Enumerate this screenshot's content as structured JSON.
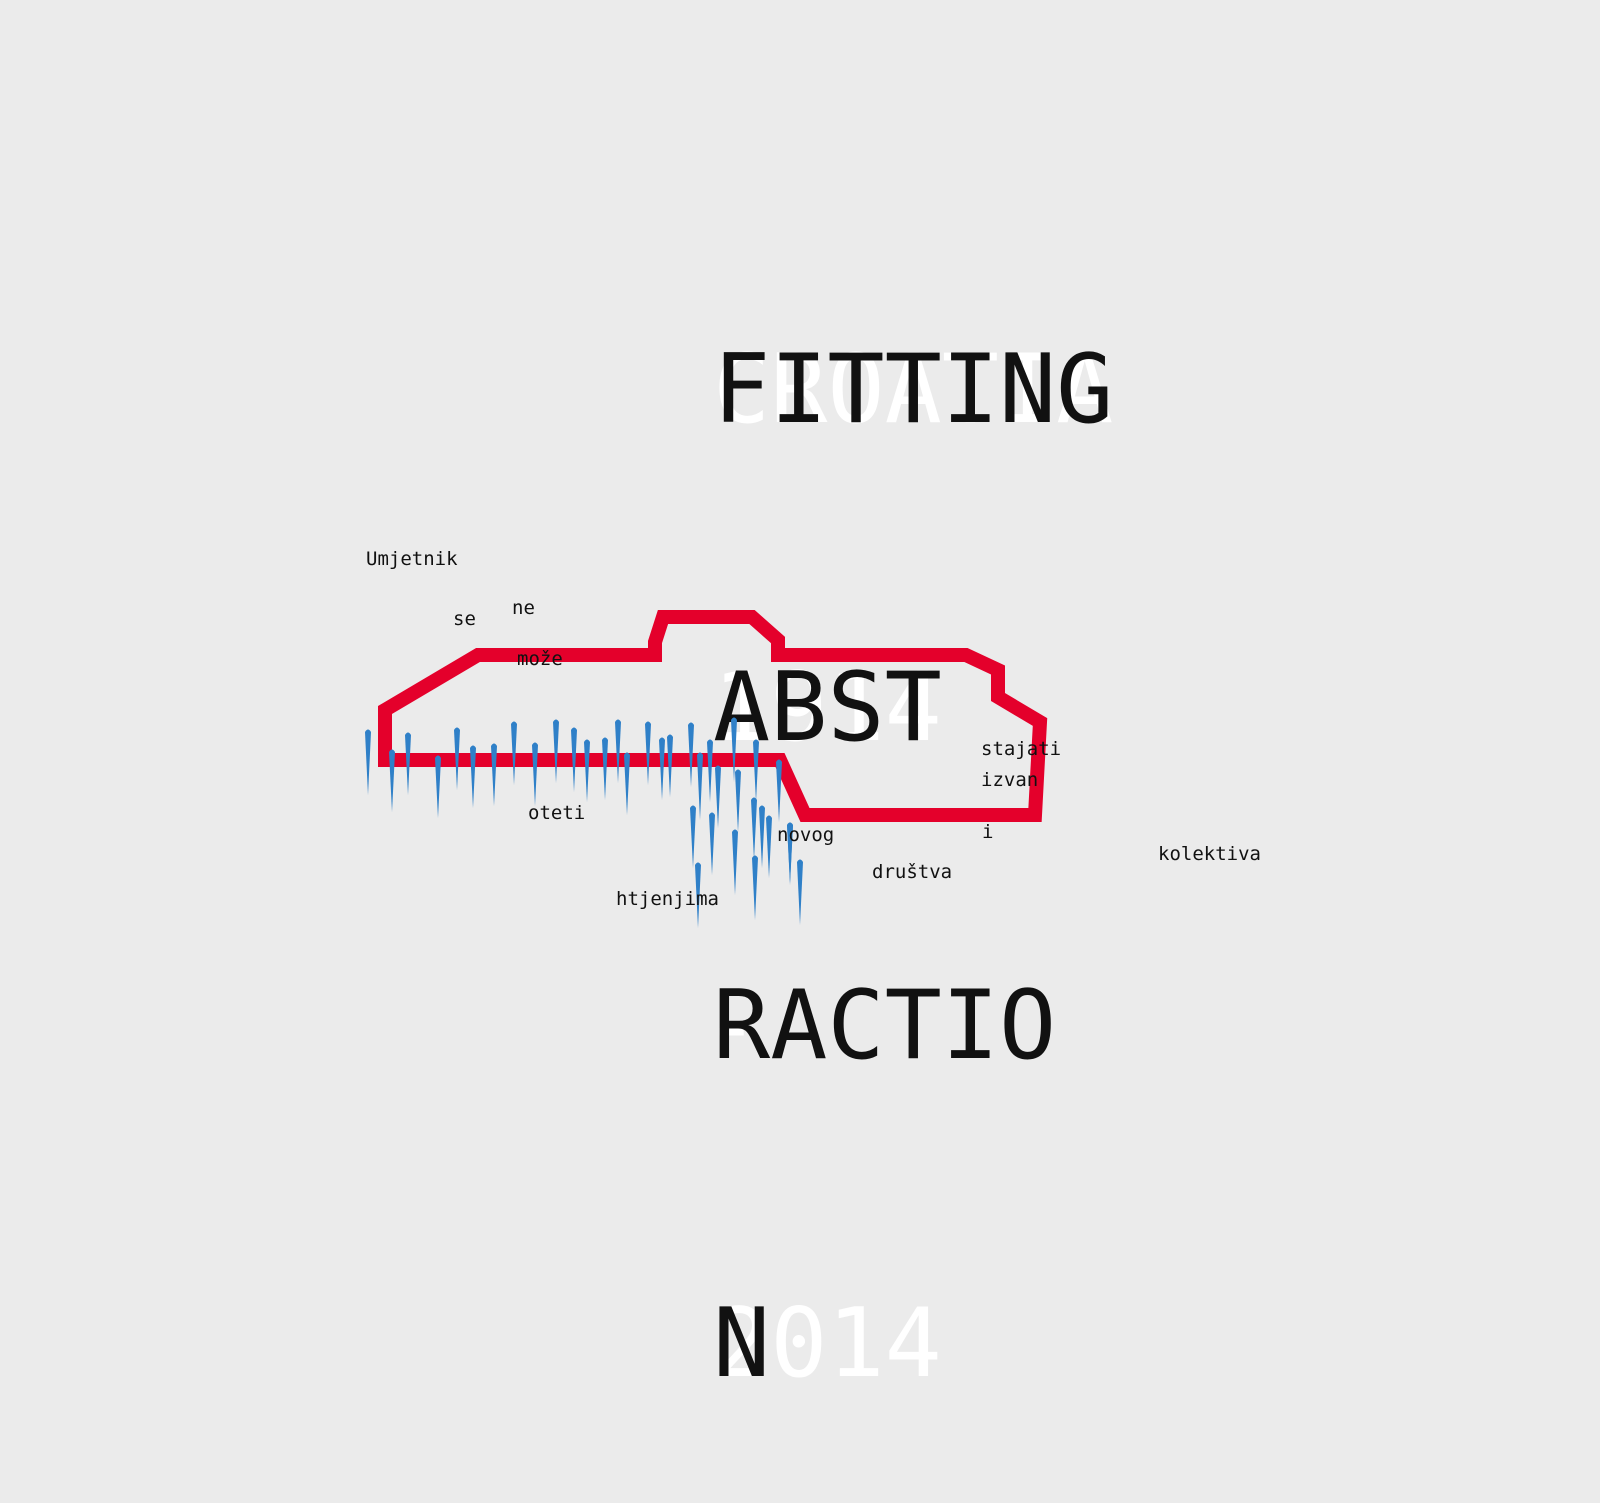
{
  "background": {
    "ghost_lines": [
      "CROATIA",
      "1914",
      "-",
      "2014"
    ]
  },
  "title": {
    "lines": [
      "FITTING",
      "ABST",
      "RACTIO",
      "N"
    ]
  },
  "words": {
    "umjetnik": "Umjetnik",
    "se": "se",
    "ne": "ne",
    "moze": "može",
    "stajati": "stajati",
    "izvan": "izvan",
    "i": "i",
    "oteti": "oteti",
    "novog": "novog",
    "drustva": "društva",
    "kolektiva": "kolektiva",
    "htjenjima": "htjenjima"
  },
  "colors": {
    "outline": "#e4002b",
    "icicle": "#2f80c8"
  },
  "graphic": {
    "outline_icon": "building-outline-icon",
    "drip_icon": "icicle-drip-icon"
  }
}
